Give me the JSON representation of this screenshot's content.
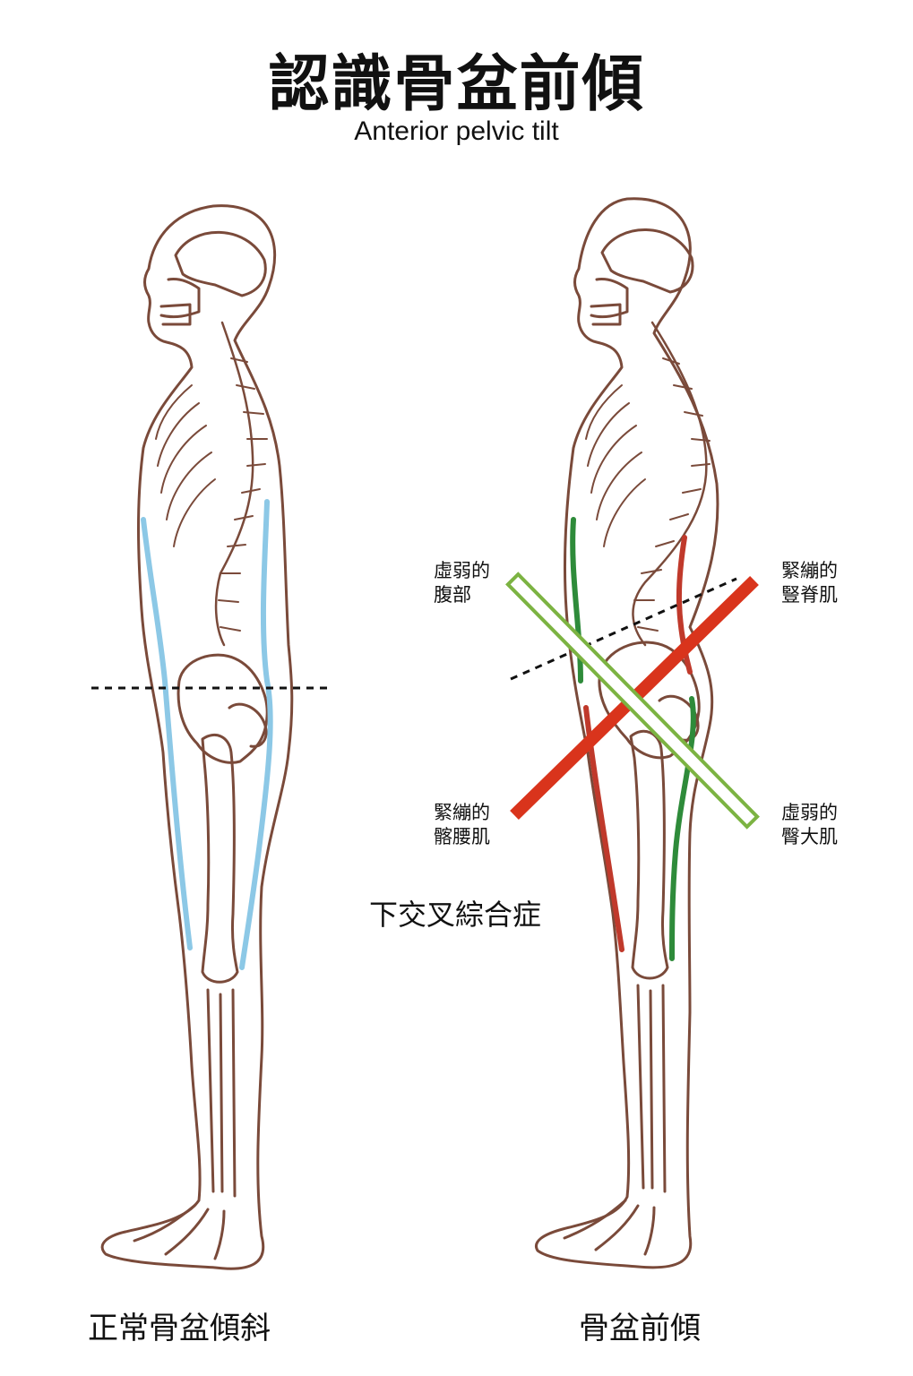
{
  "title": "認識骨盆前傾",
  "subtitle": "Anterior pelvic tilt",
  "figures": {
    "normal": {
      "caption": "正常骨盆傾斜"
    },
    "tilted": {
      "caption": "骨盆前傾"
    }
  },
  "syndrome_label": "下交叉綜合症",
  "muscle_labels": {
    "weak_abdominals": "虛弱的\n腹部",
    "tight_erector_spinae": "緊繃的\n豎脊肌",
    "tight_iliopsoas": "緊繃的\n髂腰肌",
    "weak_gluteus_maximus": "虛弱的\n臀大肌"
  },
  "colors": {
    "outline": "#7a4a3a",
    "normal_muscle": "#8cc8e6",
    "weak_muscle": "#2e8b3a",
    "tight_muscle": "#c0392b",
    "tight_line": "#d9341c",
    "weak_line": "#7cb342"
  }
}
